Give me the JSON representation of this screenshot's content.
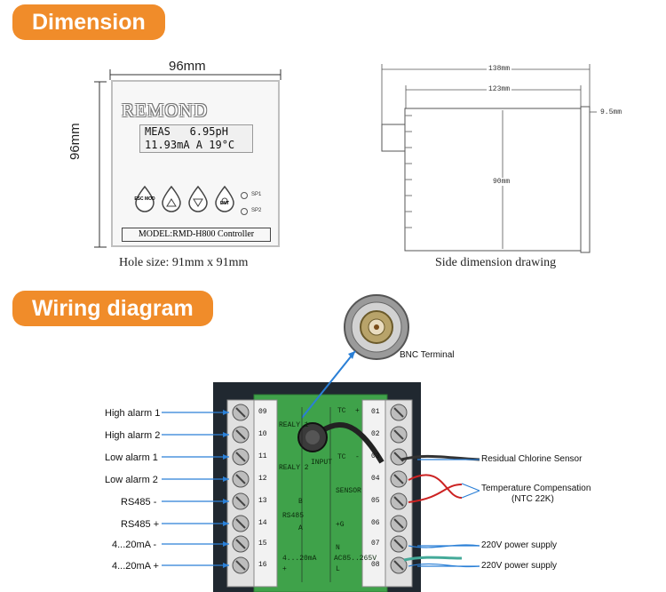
{
  "sections": {
    "dimension_title": "Dimension",
    "wiring_title": "Wiring diagram"
  },
  "front_view": {
    "width_label": "96mm",
    "height_label": "96mm",
    "brand": "REMOND",
    "lcd_line1": "MEAS   6.95pH",
    "lcd_line2": "11.93mA A 19°C",
    "buttons": [
      "ESC MOD",
      "",
      "",
      "ENT"
    ],
    "sp1": "SP1",
    "sp2": "SP2",
    "model": "MODEL:RMD-H800 Controller",
    "caption": "Hole size:   91mm x 91mm"
  },
  "side_view": {
    "dim_total": "138mm",
    "dim_body": "123mm",
    "dim_front": "9.5mm",
    "dim_height": "90mm",
    "caption": "Side dimension drawing"
  },
  "wiring": {
    "bnc_label": "BNC Terminal",
    "left_labels": [
      "High alarm  1",
      "High alarm  2",
      "Low  alarm  1",
      "Low  alarm  2",
      "RS485  -",
      "RS485 +",
      "4...20mA  -",
      "4...20mA  +"
    ],
    "left_terminals": [
      "09",
      "10",
      "11",
      "12",
      "13",
      "14",
      "15",
      "16"
    ],
    "right_terminals": [
      "01",
      "02",
      "03",
      "04",
      "05",
      "06",
      "07",
      "08"
    ],
    "board_text": [
      "REALY 1",
      "REALY 2",
      "INPUT",
      "TC",
      "+",
      "TC",
      "-",
      "SENSOR",
      "B",
      "RS485",
      "A",
      "+G",
      "N",
      "AC85..265V",
      "L",
      "4...20mA",
      "+"
    ],
    "right_labels": {
      "chlorine": "Residual Chlorine  Sensor",
      "temp1": "Temperature Compensation",
      "temp2": "(NTC 22K)",
      "power1": "220V power supply",
      "power2": "220V power supply"
    }
  }
}
